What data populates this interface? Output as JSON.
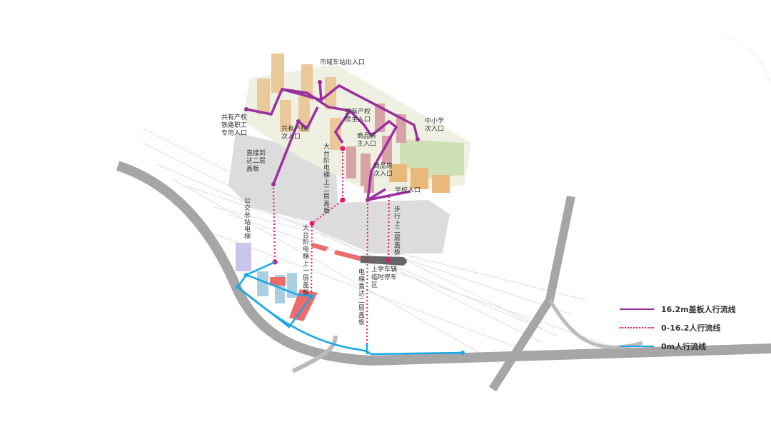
{
  "colors": {
    "deck_route": "#9b2fa0",
    "ramp_route": "#e8136f",
    "ground_route": "#18a7e6",
    "road": "#a6a6a6",
    "residential": "#e9c99a",
    "commercial": "#d9a2a6",
    "school": "#eab87a",
    "deck": "#d9d9d9"
  },
  "labels": {
    "city_station_exit": "市域车站出入口",
    "shared_rail_staff": "共有产权铁路职工专用入口",
    "shared_secondary": "共有产权次入口",
    "shared_main": "共有产权房主入口",
    "commercial_main": "商品房主入口",
    "school_secondary": "中小学次入口",
    "commercial_secondary": "商品房次入口",
    "school_entry": "学校入口",
    "direct_deck": "直接到达二层盖板",
    "stair_lift_2": "大台阶电梯上二层盖板",
    "bus_lift": "公交总站电梯",
    "stair_lift_1": "大台阶电梯上一层盖板",
    "walk_deck": "步行上二层盖板",
    "school_parking": "上学车辆临时停车区",
    "lift_direct": "电梯直达二层盖板"
  },
  "legend": [
    {
      "label": "16.2m盖板人行流线",
      "style": "solid",
      "color": "#9b2fa0"
    },
    {
      "label": "0-16.2人行流线",
      "style": "dotted",
      "color": "#e8136f"
    },
    {
      "label": "0m人行流线",
      "style": "solid",
      "color": "#18a7e6"
    }
  ]
}
